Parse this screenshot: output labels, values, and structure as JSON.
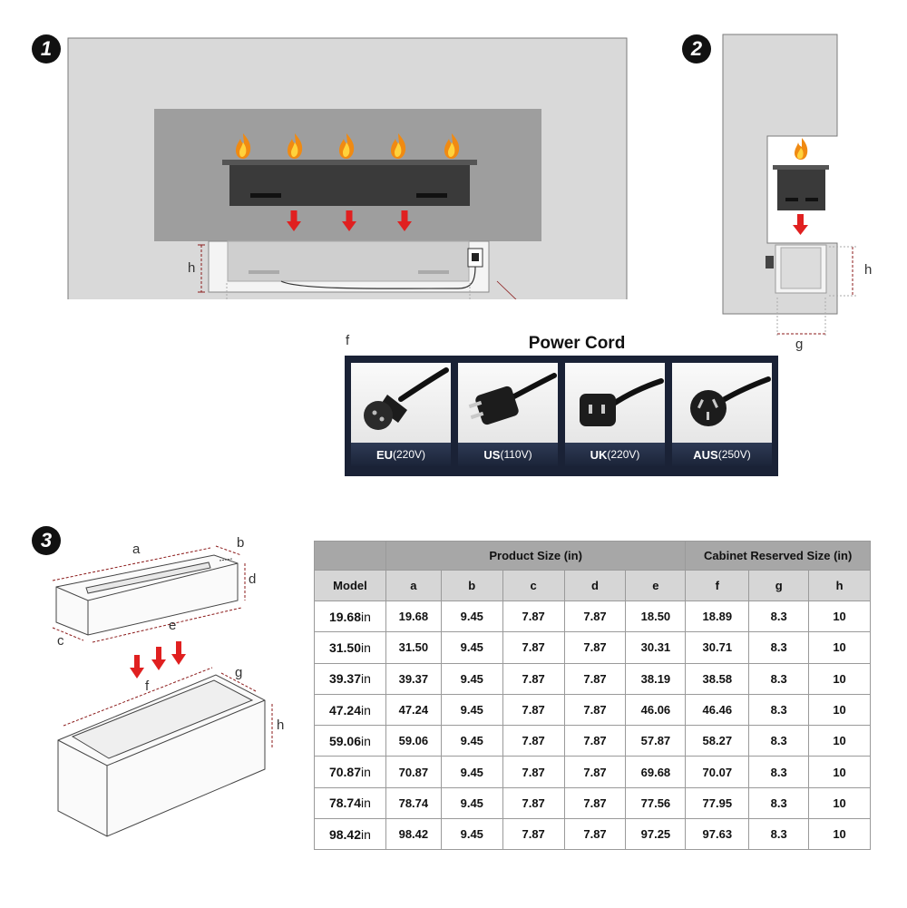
{
  "steps": {
    "one": "1",
    "two": "2",
    "three": "3"
  },
  "diagram1": {
    "label_h": "h",
    "label_f": "f"
  },
  "diagram2": {
    "label_h": "h",
    "label_g": "g"
  },
  "diagram3": {
    "label_a": "a",
    "label_b": "b",
    "label_c": "c",
    "label_d": "d",
    "label_e": "e",
    "label_f": "f",
    "label_g": "g",
    "label_h": "h"
  },
  "power_cord": {
    "title": "Power Cord",
    "plugs": [
      {
        "code": "EU",
        "voltage": "(220V)",
        "icon": "eu-plug-icon"
      },
      {
        "code": "US",
        "voltage": "(110V)",
        "icon": "us-plug-icon"
      },
      {
        "code": "UK",
        "voltage": "(220V)",
        "icon": "uk-plug-icon"
      },
      {
        "code": "AUS",
        "voltage": "(250V)",
        "icon": "aus-plug-icon"
      }
    ]
  },
  "size_table": {
    "group_product": "Product Size (in)",
    "group_cabinet": "Cabinet Reserved Size (in)",
    "columns": [
      "Model",
      "a",
      "b",
      "c",
      "d",
      "e",
      "f",
      "g",
      "h"
    ],
    "unit": "in",
    "rows": [
      {
        "model": "19.68",
        "a": "19.68",
        "b": "9.45",
        "c": "7.87",
        "d": "7.87",
        "e": "18.50",
        "f": "18.89",
        "g": "8.3",
        "h": "10"
      },
      {
        "model": "31.50",
        "a": "31.50",
        "b": "9.45",
        "c": "7.87",
        "d": "7.87",
        "e": "30.31",
        "f": "30.71",
        "g": "8.3",
        "h": "10"
      },
      {
        "model": "39.37",
        "a": "39.37",
        "b": "9.45",
        "c": "7.87",
        "d": "7.87",
        "e": "38.19",
        "f": "38.58",
        "g": "8.3",
        "h": "10"
      },
      {
        "model": "47.24",
        "a": "47.24",
        "b": "9.45",
        "c": "7.87",
        "d": "7.87",
        "e": "46.06",
        "f": "46.46",
        "g": "8.3",
        "h": "10"
      },
      {
        "model": "59.06",
        "a": "59.06",
        "b": "9.45",
        "c": "7.87",
        "d": "7.87",
        "e": "57.87",
        "f": "58.27",
        "g": "8.3",
        "h": "10"
      },
      {
        "model": "70.87",
        "a": "70.87",
        "b": "9.45",
        "c": "7.87",
        "d": "7.87",
        "e": "69.68",
        "f": "70.07",
        "g": "8.3",
        "h": "10"
      },
      {
        "model": "78.74",
        "a": "78.74",
        "b": "9.45",
        "c": "7.87",
        "d": "7.87",
        "e": "77.56",
        "f": "77.95",
        "g": "8.3",
        "h": "10"
      },
      {
        "model": "98.42",
        "a": "98.42",
        "b": "9.45",
        "c": "7.87",
        "d": "7.87",
        "e": "97.25",
        "f": "97.63",
        "g": "8.3",
        "h": "10"
      }
    ]
  },
  "colors": {
    "arrow": "#e02020",
    "wall": "#d9d9d9",
    "recess": "#9e9e9e",
    "burner": "#3a3a3a",
    "dimension": "#8b1a1a",
    "cord_panel": "#1a2236"
  }
}
